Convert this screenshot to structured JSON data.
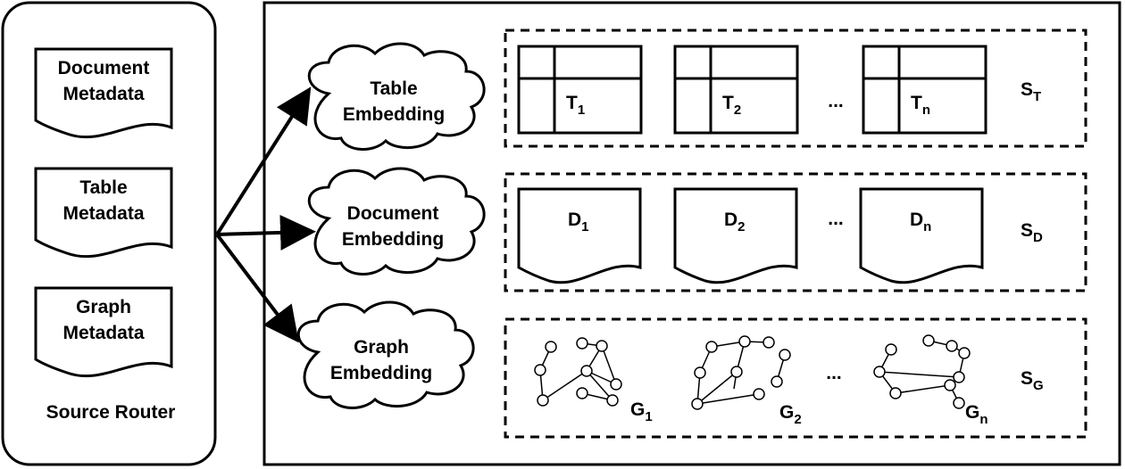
{
  "router": {
    "title": "Source Router",
    "docs": [
      {
        "line1": "Document",
        "line2": "Metadata"
      },
      {
        "line1": "Table",
        "line2": "Metadata"
      },
      {
        "line1": "Graph",
        "line2": "Metadata"
      }
    ]
  },
  "embeddings": [
    {
      "line1": "Table",
      "line2": "Embedding"
    },
    {
      "line1": "Document",
      "line2": "Embedding"
    },
    {
      "line1": "Graph",
      "line2": "Embedding"
    }
  ],
  "rows": {
    "table": {
      "items": [
        {
          "base": "T",
          "sub": "1"
        },
        {
          "base": "T",
          "sub": "2"
        },
        {
          "base": "T",
          "sub": "n"
        }
      ],
      "set": {
        "base": "S",
        "sub": "T"
      }
    },
    "doc": {
      "items": [
        {
          "base": "D",
          "sub": "1"
        },
        {
          "base": "D",
          "sub": "2"
        },
        {
          "base": "D",
          "sub": "n"
        }
      ],
      "set": {
        "base": "S",
        "sub": "D"
      }
    },
    "graph": {
      "items": [
        {
          "base": "G",
          "sub": "1"
        },
        {
          "base": "G",
          "sub": "2"
        },
        {
          "base": "G",
          "sub": "n"
        }
      ],
      "set": {
        "base": "S",
        "sub": "G"
      }
    }
  },
  "ellipsis": "..."
}
